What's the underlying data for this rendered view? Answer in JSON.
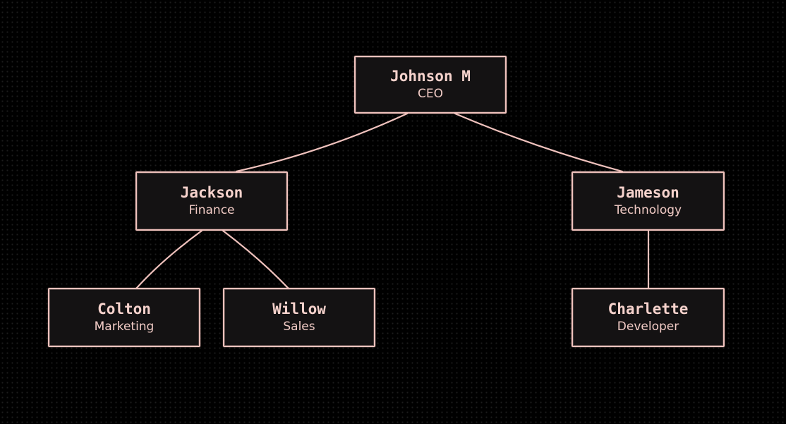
{
  "colors": {
    "background": "#000000",
    "node_fill": "#141213",
    "node_border": "#f0c2bd",
    "text": "#f4cfc9",
    "connector": "#f0c2bd"
  },
  "nodes": {
    "ceo": {
      "name": "Johnson M",
      "role": "CEO"
    },
    "finance": {
      "name": "Jackson",
      "role": "Finance"
    },
    "technology": {
      "name": "Jameson",
      "role": "Technology"
    },
    "marketing": {
      "name": "Colton",
      "role": "Marketing"
    },
    "sales": {
      "name": "Willow",
      "role": "Sales"
    },
    "developer": {
      "name": "Charlette",
      "role": "Developer"
    }
  }
}
